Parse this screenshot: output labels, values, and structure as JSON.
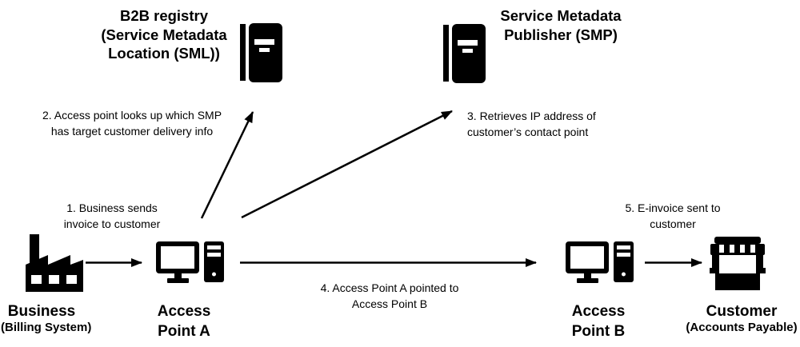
{
  "colors": {
    "foreground": "#000000",
    "background": "#ffffff"
  },
  "nodes": {
    "sml": {
      "title_lines": [
        "B2B registry",
        "(Service Metadata",
        "Location (SML))"
      ],
      "icon": "notebook-icon"
    },
    "smp": {
      "title_lines": [
        "Service Metadata",
        "Publisher (SMP)"
      ],
      "icon": "notebook-icon"
    },
    "business": {
      "title": "Business",
      "subtitle": "(Billing System)",
      "icon": "factory-icon"
    },
    "access_point_a": {
      "title_lines": [
        "Access",
        "Point A"
      ],
      "icon": "desktop-computer-icon"
    },
    "access_point_b": {
      "title_lines": [
        "Access",
        "Point B"
      ],
      "icon": "desktop-computer-icon"
    },
    "customer": {
      "title": "Customer",
      "subtitle": "(Accounts Payable)",
      "icon": "storefront-icon"
    }
  },
  "steps": {
    "step1": {
      "lines": [
        "1. Business sends",
        "invoice to customer"
      ]
    },
    "step2": {
      "lines": [
        "2. Access point looks up which SMP",
        "has target customer delivery info"
      ]
    },
    "step3": {
      "lines": [
        "3. Retrieves IP address of",
        "customer’s contact point"
      ]
    },
    "step4": {
      "lines": [
        "4. Access Point A pointed to",
        "Access Point B"
      ]
    },
    "step5": {
      "lines": [
        "5. E-invoice sent to",
        "customer"
      ]
    }
  },
  "edges": [
    {
      "step": 1,
      "from": "business",
      "to": "access_point_a"
    },
    {
      "step": 2,
      "from": "access_point_a",
      "to": "sml"
    },
    {
      "step": 3,
      "from": "access_point_a",
      "to": "smp"
    },
    {
      "step": 4,
      "from": "access_point_a",
      "to": "access_point_b"
    },
    {
      "step": 5,
      "from": "access_point_b",
      "to": "customer"
    }
  ]
}
